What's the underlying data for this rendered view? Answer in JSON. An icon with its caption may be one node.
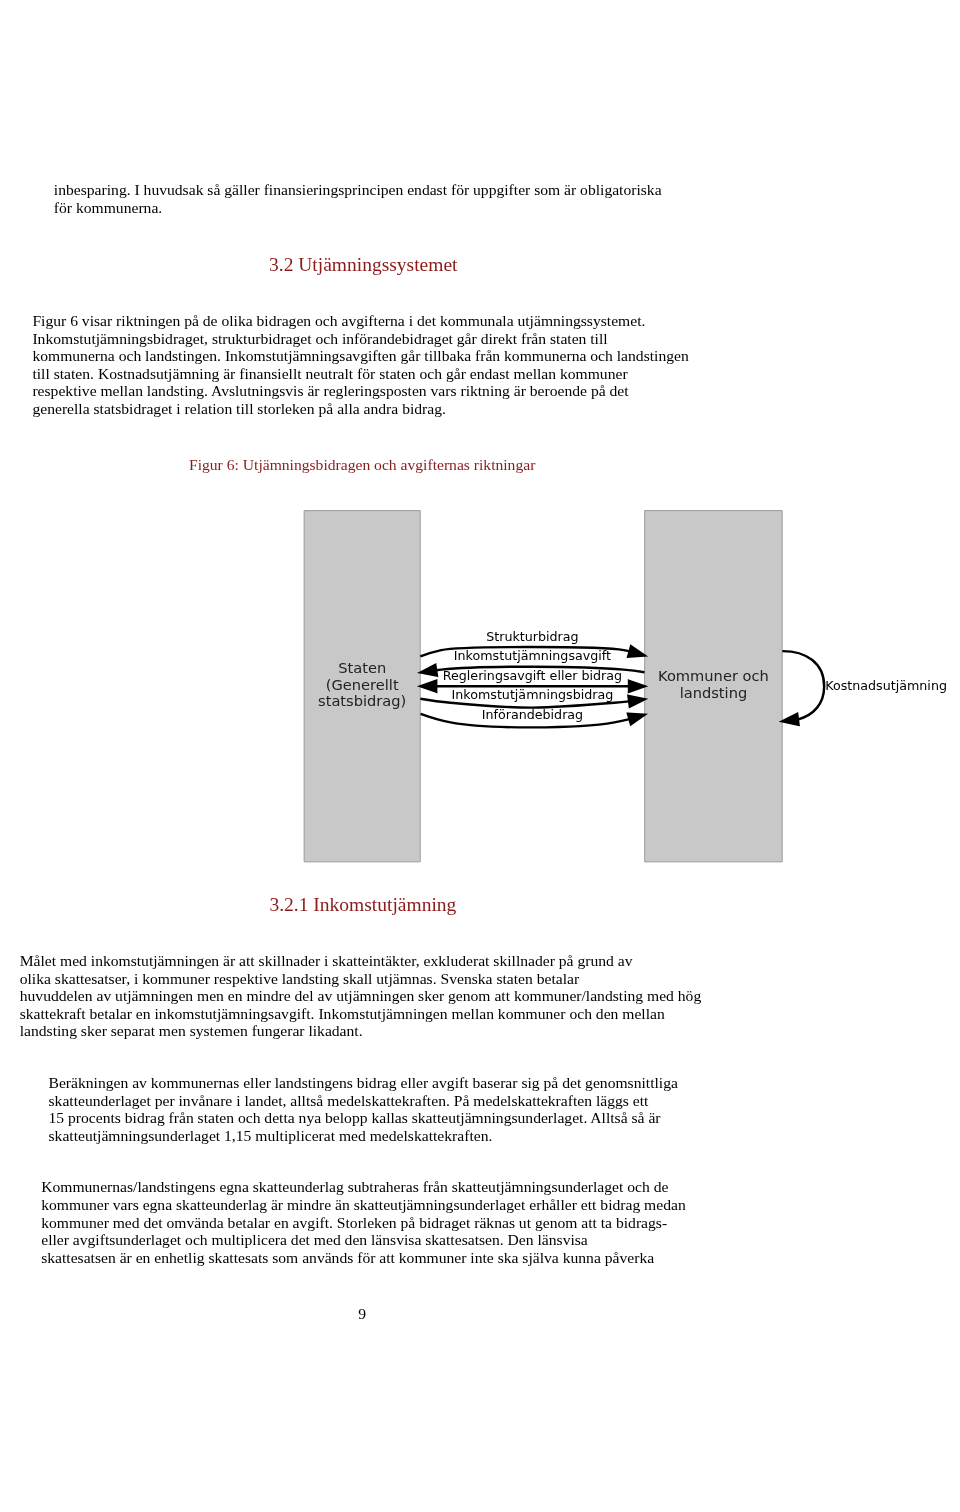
{
  "diagram": {
    "nodes": [
      {
        "text": [
          "Staten (Generellt statsbidrag)"
        ]
      },
      {
        "text": [
          "Kommuner och landsting"
        ]
      }
    ],
    "edges": [
      {
        "from": 0,
        "to": 1,
        "arrow": "to",
        "label": "Inkomstutjämningsbidrag"
      },
      {
        "from": 1,
        "to": 0,
        "arrow": "to",
        "label": "Inkomstutjämningsavgift"
      },
      {
        "from": 1,
        "to": 1,
        "arrow": "to",
        "label": "Kostnadsutjämning"
      },
      {
        "from": 0,
        "to": 1,
        "arrow": "to",
        "label": "Strukturbidrag"
      },
      {
        "from": 0,
        "to": 1,
        "arrow": "to",
        "label": "Införandebidrag"
      },
      {
        "from": 0,
        "to": 1,
        "arrow": "both",
        "label": "Regleringsavgift eller bidrag"
      }
    ],
    "labels": [
      "inbesparing. I huvudsak så gäller finansieringsprincipen endast för uppgifter som är obligatoriska för kommunerna.",
      "3.2 Utjämningssystemet",
      "Figur 6 visar riktningen på de olika bidragen och avgifterna i det kommunala utjämningssystemet. Inkomstutjämningsbidraget, strukturbidraget och införandebidraget går direkt från staten till kommunerna och landstingen. Inkomstutjämningsavgiften går tillbaka från kommunerna och landstingen till staten. Kostnadsutjämning är finansiellt neutralt för staten och går endast mellan kommuner respektive mellan landsting. Avslutningsvis är regleringsposten vars riktning är beroende på det generella statsbidraget i relation till storleken på alla andra bidrag.",
      "Figur 6: Utjämningsbidragen och avgifternas riktningar",
      "3.2.1 Inkomstutjämning",
      "Målet med inkomstutjämningen är att skillnader i skatteintäkter, exkluderat skillnader på grund av olika skattesatser, i kommuner respektive landsting skall utjämnas. Svenska staten betalar huvuddelen av utjämningen men en mindre del av utjämningen sker genom att kommuner/landsting med hög skattekraft betalar en inkomstutjämningsavgift. Inkomstutjämningen mellan kommuner och den mellan landsting sker separat men systemen fungerar likadant.",
      "Beräkningen av kommunernas eller landstingens bidrag eller avgift baserar sig på det genomsnittliga skatteunderlaget per invånare i landet, alltså medelskattekraften. På medelskattekraften läggs ett 15 procents bidrag från staten och detta nya belopp kallas skatteutjämningsunderlaget. Alltså så är skatteutjämningsunderlaget 1,15 multiplicerat med medelskattekraften.",
      "Kommunernas/landstingens egna skatteunderlag subtraheras från skatteutjämningsunderlaget och de kommuner vars egna skatteunderlag är mindre än skatteutjämningsunderlaget erhåller ett bidrag medan kommuner med det omvända betalar en avgift. Storleken på bidraget räknas ut genom att ta bidrags- eller avgiftsunderlaget och multiplicera det med den länsvisa skattesatsen. Den länsvisa skattesatsen är en enhetlig skattesats som används för att kommuner inte ska själva kunna påverka",
      "9"
    ]
  }
}
